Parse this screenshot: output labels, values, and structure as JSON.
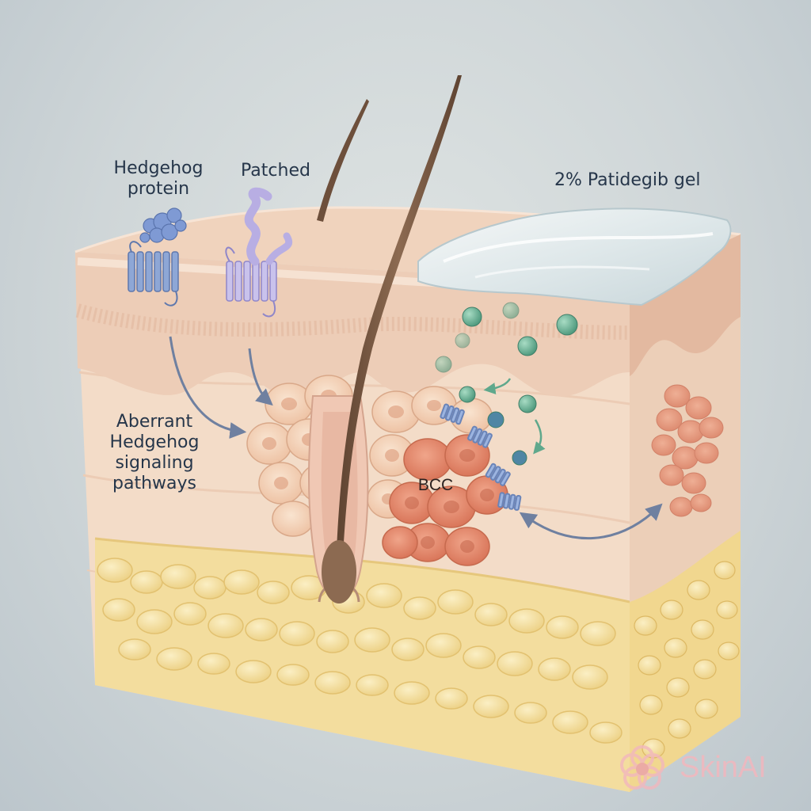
{
  "labels": {
    "hedgehog": [
      "Hedgehog",
      "protein"
    ],
    "patched": "Patched",
    "gel": "2% Patidegib gel",
    "aberrant": [
      "Aberrant",
      "Hedgehog",
      "signaling",
      "pathways"
    ],
    "bcc": "BCC"
  },
  "watermark": {
    "text": "SkinAI",
    "icon": "flower-logo-icon"
  },
  "colors": {
    "epidermis": "#edcdb7",
    "dermis": "#f3dcc8",
    "fat": "#f3dd9e",
    "tumor": "#e1876a",
    "hair": "#7a5c45",
    "receptor": "#8ea7d6",
    "drug": "#5fa88c",
    "arrow": "#6f80a0"
  }
}
